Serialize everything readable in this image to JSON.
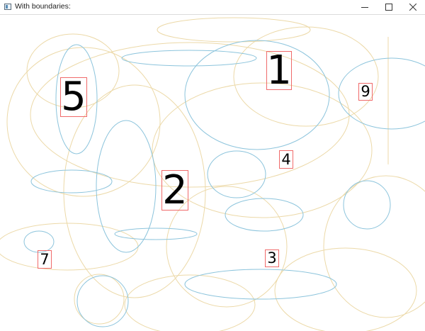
{
  "window": {
    "title": "With boundaries:",
    "icon": "window-app-icon",
    "controls": [
      "minimize-icon",
      "maximize-icon",
      "close-icon"
    ]
  },
  "colors": {
    "blue_ellipse": "#8cc4dc",
    "tan_ellipse": "#ecd9a8",
    "label_border": "#f06a6a"
  },
  "labels": {
    "one": "1",
    "two": "2",
    "three": "3",
    "four": "4",
    "five": "5",
    "seven": "7",
    "nine": "9"
  }
}
